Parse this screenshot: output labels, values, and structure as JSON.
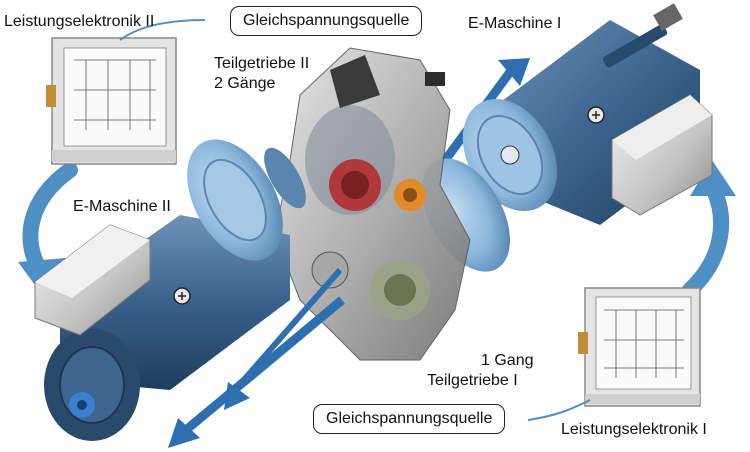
{
  "labels": {
    "le_top": "Leistungselektronik II",
    "gsq_top": "Gleichspannungsquelle",
    "tg2_line1": "Teilgetriebe II",
    "tg2_line2": "2 Gänge",
    "em1": "E-Maschine I",
    "em2": "E-Maschine II",
    "gang1_line1": "1 Gang",
    "gang1_line2": "Teilgetriebe I",
    "gsq_bottom": "Gleichspannungsquelle",
    "le_bottom": "Leistungselektronik I"
  },
  "colors": {
    "motor_blue": "#3d6590",
    "flange_blue": "#8ab6dc",
    "arrow_blue": "#2f6fb0",
    "curved_arrow": "#4f8fc4",
    "housing_grey": "#c9c9c9",
    "gear_red": "#b0383a",
    "gear_orange": "#e08a2a"
  }
}
